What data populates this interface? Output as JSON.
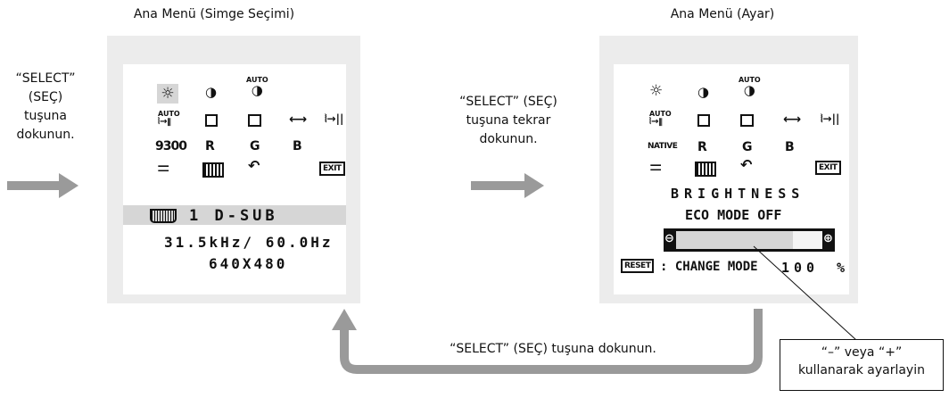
{
  "left_panel": {
    "title": "Ana Menü (Simge Seçimi)",
    "input_label": "1  D-SUB",
    "frequency": "31.5kHz/ 60.0Hz",
    "resolution": "640X480",
    "icons": {
      "auto": "AUTO",
      "color_temp": "9300",
      "r": "R",
      "g": "G",
      "b": "B",
      "exit": "EXIT"
    }
  },
  "right_panel": {
    "title": "Ana Menü (Ayar)",
    "setting_name": "BRIGHTNESS",
    "eco_mode": "ECO MODE OFF",
    "minus_sign": "⊖",
    "plus_sign": "⊕",
    "reset": "RESET",
    "change_mode": ": CHANGE MODE",
    "value": "100",
    "unit": "%",
    "slider_level_percent": 80,
    "icons": {
      "auto": "AUTO",
      "color_temp": "NATIVE",
      "r": "R",
      "g": "G",
      "b": "B",
      "exit": "EXIT"
    }
  },
  "left_instruction": [
    "“SELECT”",
    "(SEÇ)",
    "tuşuna",
    "dokunun."
  ],
  "middle_instruction": [
    "“SELECT” (SEÇ)",
    "tuşuna tekrar",
    "dokunun."
  ],
  "bottom_instruction": "“SELECT” (SEÇ) tuşuna dokunun.",
  "callout": [
    "“–” veya “+”",
    "kullanarak ayarlayin"
  ],
  "colors": {
    "arrow": "#9a9a9a",
    "panel": "#ececec",
    "highlight": "#d6d6d6"
  }
}
